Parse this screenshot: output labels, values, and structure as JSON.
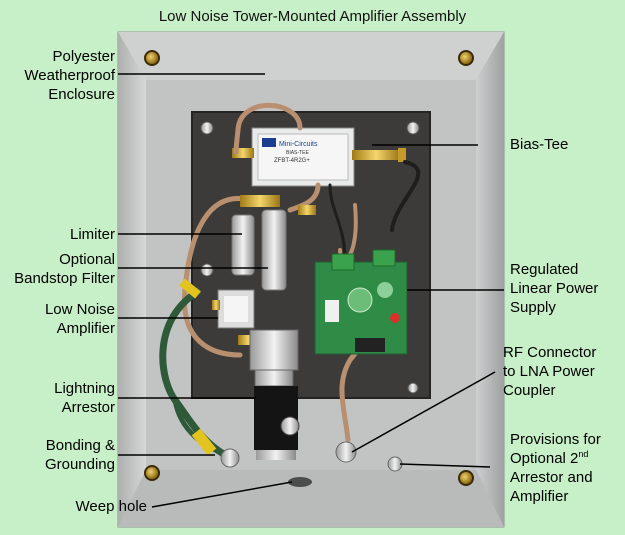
{
  "title": "Low Noise Tower-Mounted Amplifier Assembly",
  "labels": {
    "enclosure": [
      "Polyester",
      "Weatherproof",
      "Enclosure"
    ],
    "bias_tee": "Bias-Tee",
    "limiter": "Limiter",
    "bandstop": [
      "Optional",
      "Bandstop Filter"
    ],
    "lna": [
      "Low Noise",
      "Amplifier"
    ],
    "power_supply": [
      "Regulated",
      "Linear Power",
      "Supply"
    ],
    "arrestor": [
      "Lightning",
      "Arrestor"
    ],
    "rf_connector": [
      "RF Connector",
      "to LNA Power",
      "Coupler"
    ],
    "bonding": [
      "Bonding &",
      "Grounding"
    ],
    "provisions_line1": "Provisions for",
    "provisions_line2a": "Optional 2",
    "provisions_sup": "nd",
    "provisions_line3": "Arrestor and",
    "provisions_line4": "Amplifier",
    "weep": "Weep hole"
  },
  "device_text": {
    "bias_tee_brand": "Mini-Circuits",
    "bias_tee_type": "BIAS-TEE",
    "bias_tee_model": "ZFBT-4R2G+"
  }
}
